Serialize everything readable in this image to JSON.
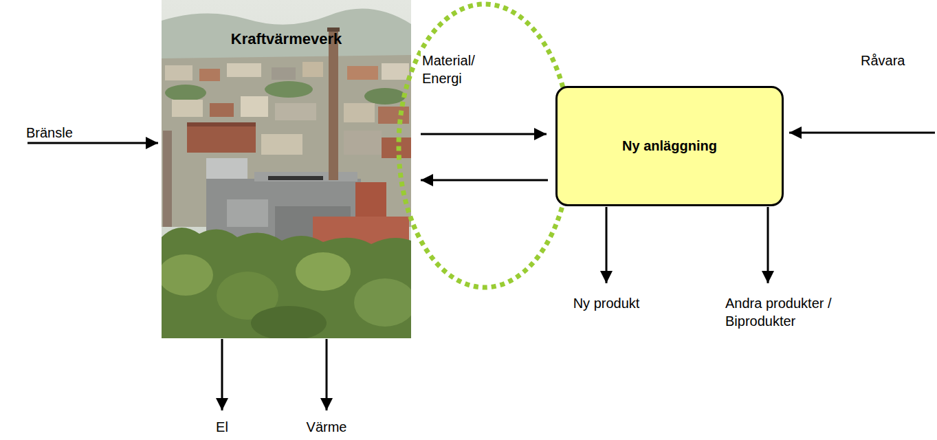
{
  "diagram": {
    "nodes": [
      {
        "text": [
          "Kraftvärmeverk"
        ]
      },
      {
        "text": [
          "Ny anläggning"
        ]
      }
    ],
    "edges": [
      {
        "from": 0,
        "to": 1,
        "label": "Material/ Energi",
        "arrow": "to"
      },
      {
        "from": 1,
        "to": 0,
        "arrow": "to"
      }
    ],
    "labels": [
      "Bränsle",
      "Råvara",
      "El",
      "Värme",
      "Ny produkt",
      "Andra produkter / Biprodukter"
    ]
  }
}
